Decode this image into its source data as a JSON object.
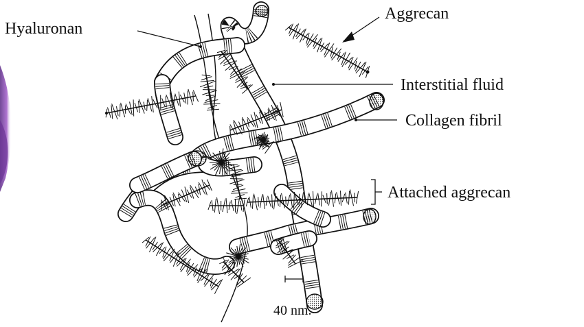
{
  "labels": {
    "hyaluronan": "Hyaluronan",
    "aggrecan": "Aggrecan",
    "interstitial_fluid": "Interstitial fluid",
    "collagen_fibril": "Collagen fibril",
    "attached_aggrecan": "Attached aggrecan"
  },
  "scale_bar": "40 nm.",
  "colors": {
    "ink": "#111111",
    "fibril_fill": "#ffffff",
    "background": "#ffffff",
    "purple_edge": "#7a3f9e"
  }
}
